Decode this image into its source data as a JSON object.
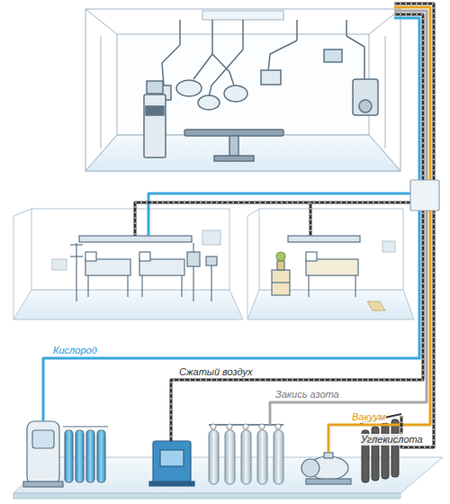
{
  "diagram": {
    "labels": [
      "Кислород",
      "Сжатый воздух",
      "Закись азота",
      "Вакуум",
      "Углекислота"
    ]
  }
}
